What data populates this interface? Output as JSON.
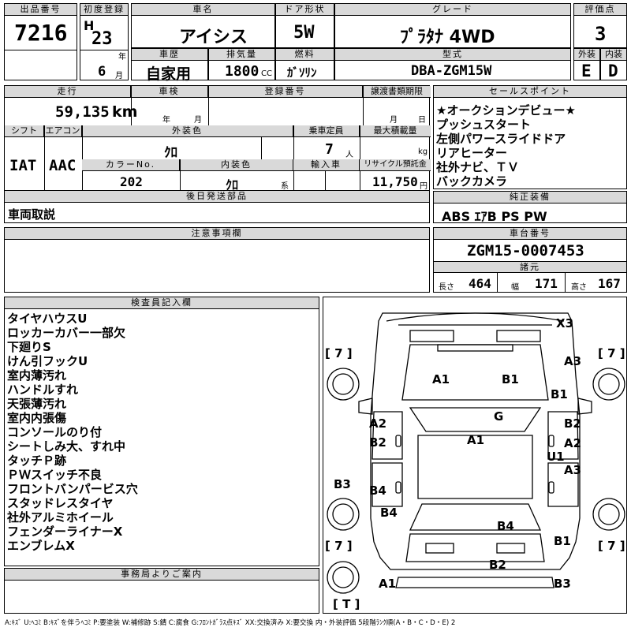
{
  "header": {
    "lot_label": "出品番号",
    "lot": "7216",
    "first_reg_label": "初度登録",
    "era": "H",
    "year": "23",
    "year_unit": "年",
    "month": "6",
    "month_unit": "月",
    "car_name_label": "車名",
    "car_name": "アイシス",
    "history_label": "車歴",
    "history": "自家用",
    "displacement_label": "排気量",
    "displacement": "1800",
    "cc": "CC",
    "doors_label": "ドア形状",
    "doors": "5W",
    "fuel_label": "燃料",
    "fuel": "ｶﾞｿﾘﾝ",
    "grade_label": "グレード",
    "grade": "ﾌﾟﾗﾀﾅ 4WD",
    "model_label": "型式",
    "model": "DBA-ZGM15W",
    "score_label": "評価点",
    "score": "3",
    "exterior_label": "外装",
    "exterior": "E",
    "interior_label": "内装",
    "interior": "D"
  },
  "row2": {
    "mileage_label": "走行",
    "mileage": "59,135",
    "km": "km",
    "inspection_label": "車検",
    "year_unit": "年",
    "month_unit": "月",
    "reg_no_label": "登録番号",
    "transfer_label": "譲渡書類期限",
    "month2": "月",
    "day": "日",
    "shift_label": "シフト",
    "shift": "IAT",
    "ac_label": "エアコン",
    "ac": "AAC",
    "ext_color_label": "外装色",
    "ext_color": "ｸﾛ",
    "capacity_label": "乗車定員",
    "capacity": "7",
    "person_unit": "人",
    "max_load_label": "最大積載量",
    "kg": "kg",
    "color_no_label": "カラーNo.",
    "color_no": "202",
    "int_color_label": "内装色",
    "int_color": "ｸﾛ",
    "kei": "系",
    "import_label": "輸入車",
    "recycle_label": "リサイクル預託金",
    "recycle": "11,750",
    "yen": "円",
    "later_label": "後日発送部品",
    "later": "車両取説"
  },
  "sales": {
    "label": "セールスポイント",
    "items": [
      "★オークションデビュー★",
      "プッシュスタート",
      "左側パワースライドドア",
      "リアヒーター",
      "社外ナビ、ＴＶ",
      "バックカメラ"
    ]
  },
  "equipment": {
    "label": "純正装備",
    "value": "ABS ｴｱB PS PW"
  },
  "caution": {
    "label": "注意事項欄"
  },
  "chassis": {
    "label": "車台番号",
    "value": "ZGM15-0007453",
    "dims_label": "諸元",
    "length_label": "長さ",
    "length": "464",
    "width_label": "幅",
    "width": "171",
    "height_label": "高さ",
    "height": "167"
  },
  "inspector": {
    "label": "検査員記入欄",
    "notes": [
      "タイヤハウスU",
      "ロッカーカバー一部欠",
      "下廻りS",
      "けん引フックU",
      "室内薄汚れ",
      "ハンドルすれ",
      "天張薄汚れ",
      "室内内張傷",
      "コンソールのり付",
      "シートしみ大、すれ中",
      "タッチＰ跡",
      "ＰＷスイッチ不良",
      "フロントバンパービス穴",
      "スタッドレスタイヤ",
      "社外アルミホイール",
      "フェンダーライナーX",
      "エンブレムX"
    ]
  },
  "office": {
    "label": "事務局よりご案内"
  },
  "diagram": {
    "tire_fl": "[ 7 ]",
    "tire_fr": "[ 7 ]",
    "tire_rl": "[ 7 ]",
    "tire_rr": "[ 7 ]",
    "tire_spare": "[ T ]",
    "marks": {
      "x3": "X3",
      "a1_hood_l": "A1",
      "b1_hood_r": "B1",
      "a3_fr": "A3",
      "b1_fr": "B1",
      "g": "G",
      "a2_l": "A2",
      "b2_l": "B2",
      "a1_roof": "A1",
      "b2_r": "B2",
      "a2_r": "A2",
      "u1_r": "U1",
      "a3_r": "A3",
      "b3_l": "B3",
      "b4_l": "B4",
      "b4_ll": "B4",
      "b4_rear": "B4",
      "b1_rr": "B1",
      "b2_rear": "B2",
      "a1_rear": "A1",
      "b3_rear": "B3"
    }
  },
  "legend": "A:ｷｽﾞ U:ﾍｺﾐ B:ｷｽﾞを伴うﾍｺﾐ P:要塗装 W:補修跡 S:錆 C:腐食 G:ﾌﾛﾝﾄｶﾞﾗｽ点ｷｽﾞ XX:交換済み X:要交換 内・外装評価 5段階ﾗﾝｸ順(A・B・C・D・E) 2"
}
